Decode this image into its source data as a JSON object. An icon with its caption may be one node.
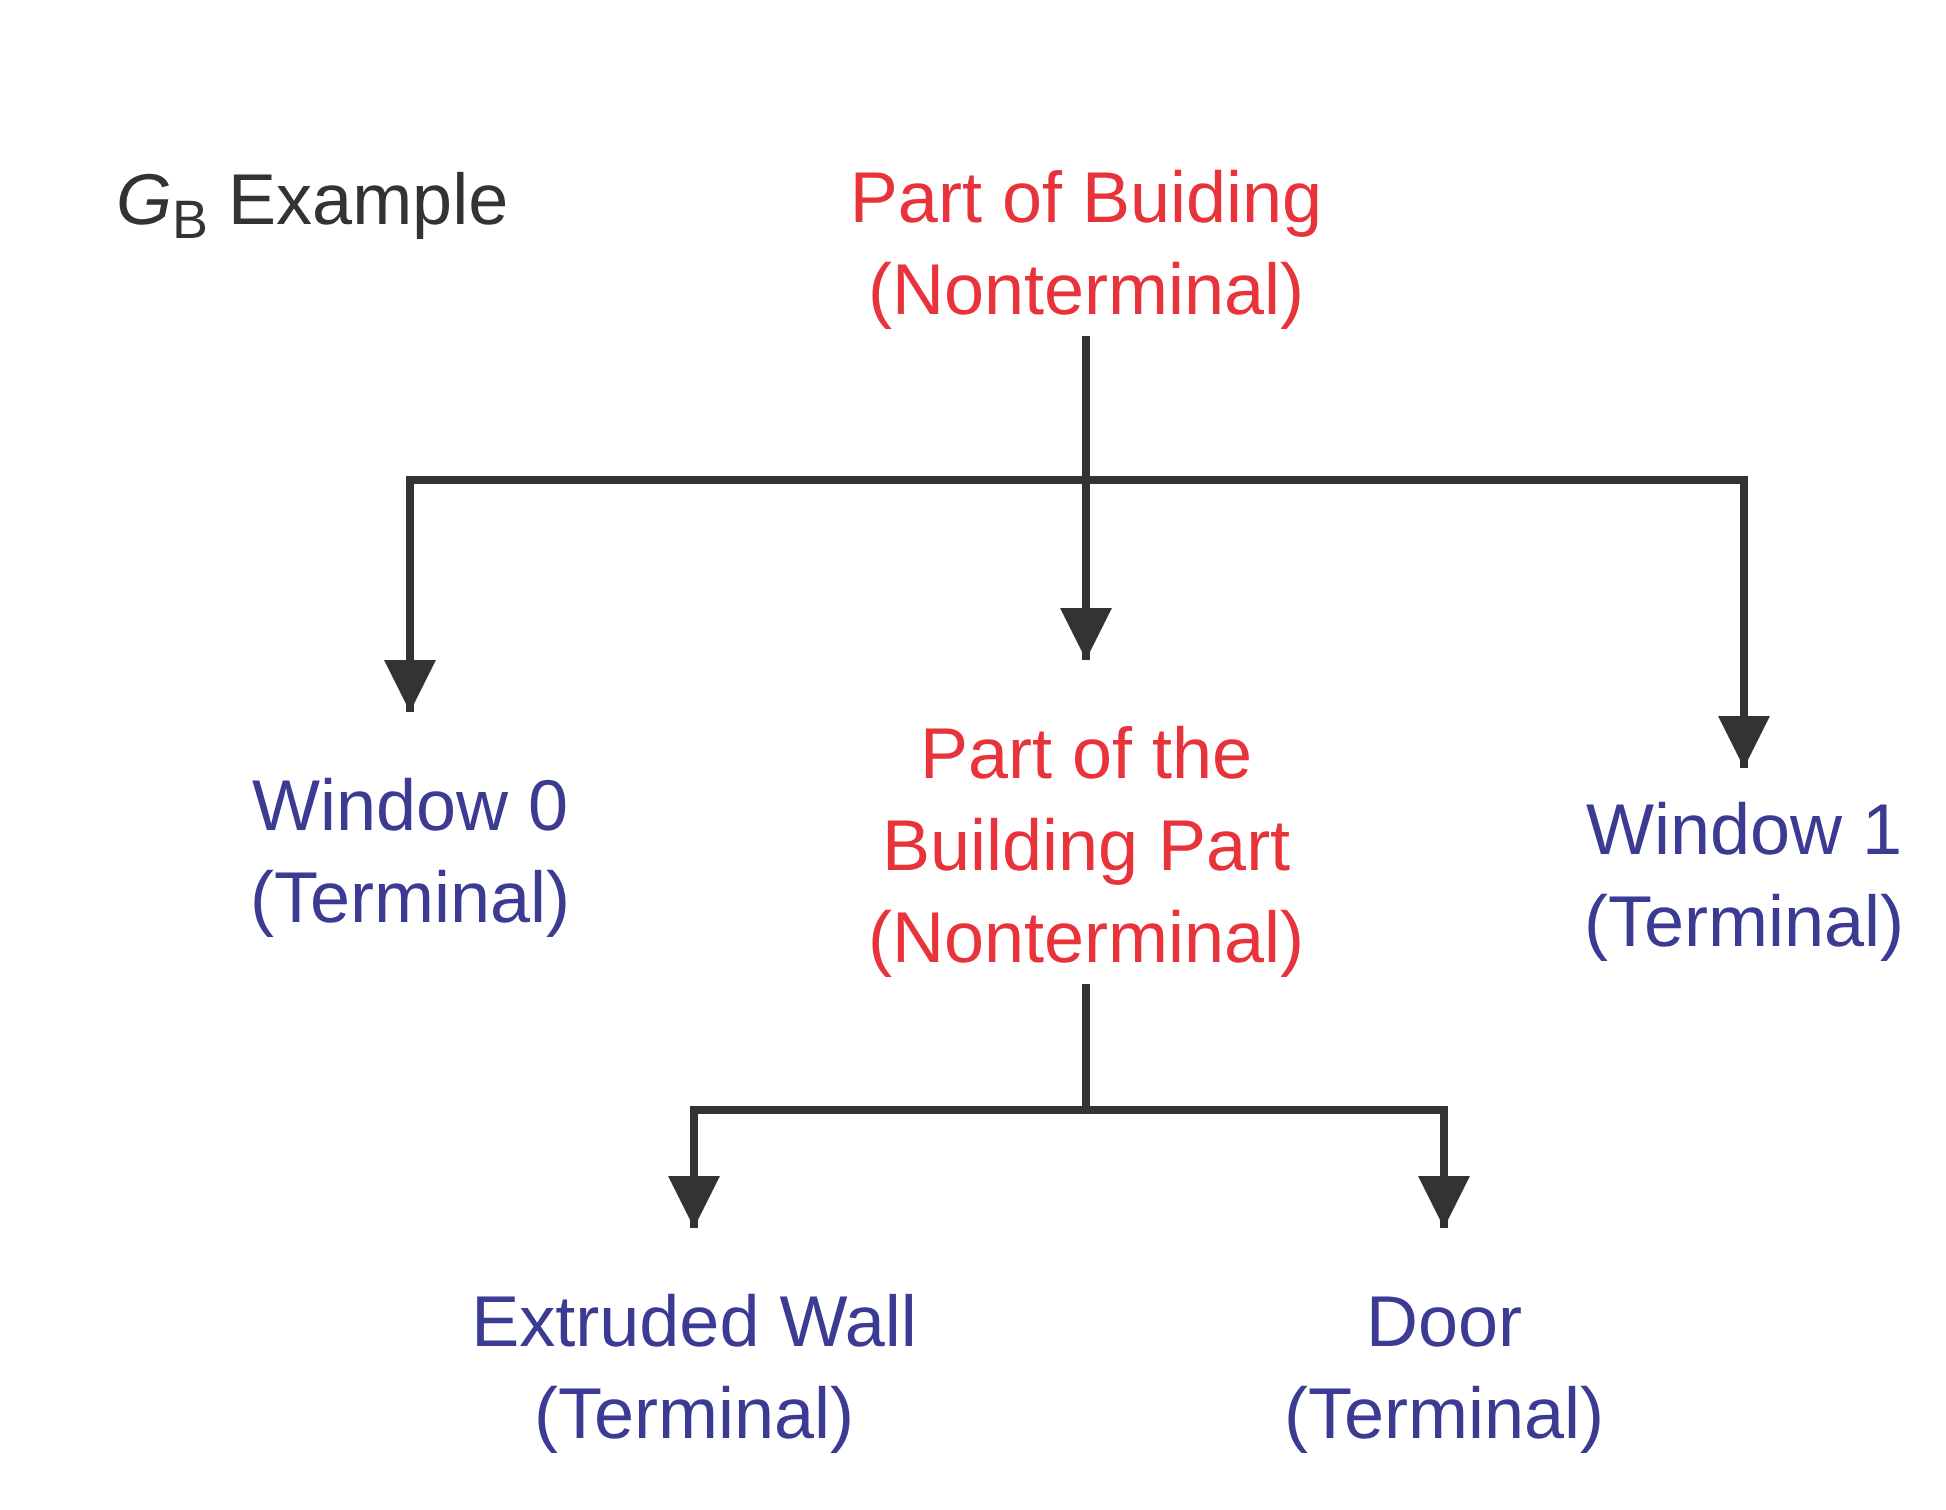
{
  "diagram": {
    "title": "*G*$_{B}$ Example",
    "nodes": [
      {
        "text": [
          "Part of Buiding",
          "(Nonterminal)"
        ]
      },
      {
        "text": [
          "Window 0",
          "(Terminal)"
        ]
      },
      {
        "text": [
          "Part of the",
          "Building Part",
          "(Nonterminal)"
        ]
      },
      {
        "text": [
          "Window 1",
          "(Terminal)"
        ]
      },
      {
        "text": [
          "Extruded Wall",
          "(Terminal)"
        ]
      },
      {
        "text": [
          "Door",
          "(Terminal)"
        ]
      }
    ],
    "edges": [
      {
        "from": 0,
        "to": 1,
        "arrow": "to"
      },
      {
        "from": 0,
        "to": 2,
        "arrow": "to"
      },
      {
        "from": 0,
        "to": 3,
        "arrow": "to"
      },
      {
        "from": 2,
        "to": 4,
        "arrow": "to"
      },
      {
        "from": 2,
        "to": 5,
        "arrow": "to"
      }
    ]
  }
}
